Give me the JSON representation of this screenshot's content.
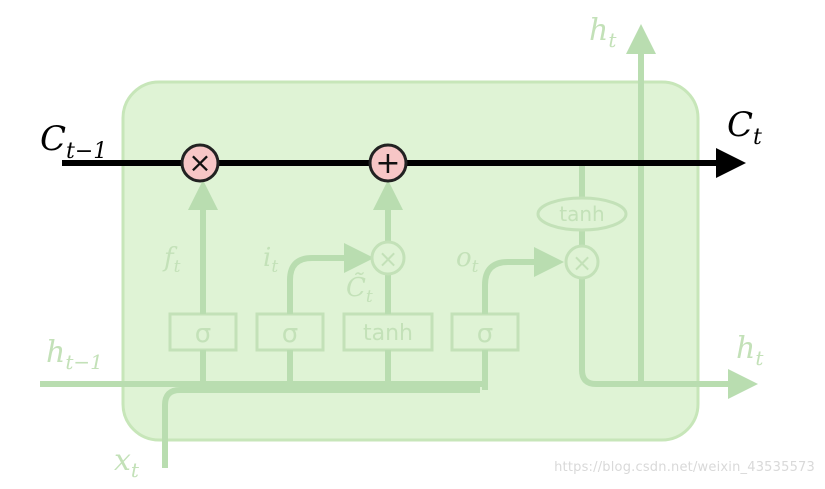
{
  "labels": {
    "c_prev_main": "C",
    "c_prev_sub": "t−1",
    "c_next_main": "C",
    "c_next_sub": "t",
    "h_top_main": "h",
    "h_top_sub": "t",
    "h_prev_main": "h",
    "h_prev_sub": "t−1",
    "h_out_main": "h",
    "h_out_sub": "t",
    "x_main": "x",
    "x_sub": "t",
    "f_main": "f",
    "f_sub": "t",
    "i_main": "i",
    "i_sub": "t",
    "c_tilde_main": "C̃",
    "c_tilde_sub": "t",
    "o_main": "o",
    "o_sub": "t"
  },
  "ops": {
    "mult": "×",
    "add": "+",
    "sigma": "σ",
    "tanh": "tanh"
  },
  "watermark": "https://blog.csdn.net/weixin_43535573",
  "colors": {
    "cell_fill": "#dff3d5",
    "cell_stroke": "#c7e6b9",
    "flow": "#b9ddb0",
    "text_faint": "#c3e1b8",
    "main_line": "#000000",
    "op_fill": "#f7c6c6",
    "op_stroke": "#222222"
  }
}
